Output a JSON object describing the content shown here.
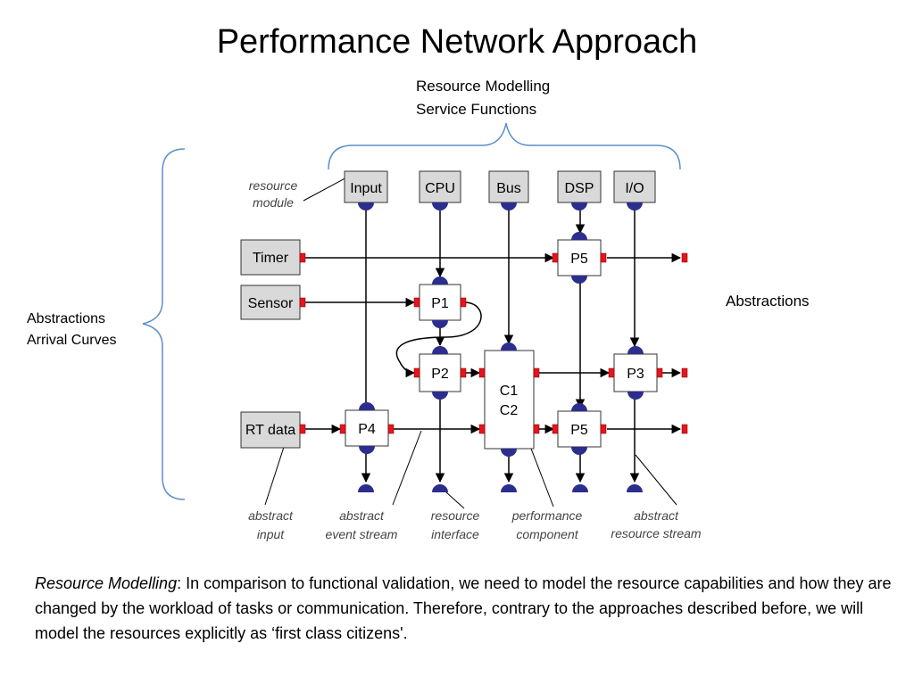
{
  "title": "Performance Network Approach",
  "labels": {
    "resource_line1": "Resource Modelling",
    "resource_line2": "Service Functions",
    "abstractions_right": "Abstractions",
    "abstractions_left_line1": "Abstractions",
    "abstractions_left_line2": "Arrival Curves"
  },
  "resources": {
    "input": "Input",
    "cpu": "CPU",
    "bus": "Bus",
    "dsp": "DSP",
    "io": "I/O"
  },
  "sources": {
    "timer": "Timer",
    "sensor": "Sensor",
    "rt_data": "RT data"
  },
  "components": {
    "p1": "P1",
    "p2": "P2",
    "p3": "P3",
    "p4": "P4",
    "p5_top": "P5",
    "p5_bottom": "P5",
    "c_line1": "C1",
    "c_line2": "C2"
  },
  "annotations": {
    "resource_module_1": "resource",
    "resource_module_2": "module",
    "abstract_input_1": "abstract",
    "abstract_input_2": "input",
    "abstract_event_stream_1": "abstract",
    "abstract_event_stream_2": "event stream",
    "resource_interface_1": "resource",
    "resource_interface_2": "interface",
    "performance_component_1": "performance",
    "performance_component_2": "component",
    "abstract_resource_stream_1": "abstract",
    "abstract_resource_stream_2": "resource stream"
  },
  "caption": {
    "emphasis": "Resource Modelling",
    "text": ": In comparison to functional validation, we need to model the resource capabilities and how they are changed by the workload of tasks or communication. Therefore, contrary to the approaches described before, we will model the resources explicitly as ‘first class citizens'."
  },
  "colors": {
    "resource_port": "#2b2e8c",
    "event_port": "#e8141b",
    "resource_box": "#d9d9d9",
    "bracket": "#5b8fc9"
  }
}
